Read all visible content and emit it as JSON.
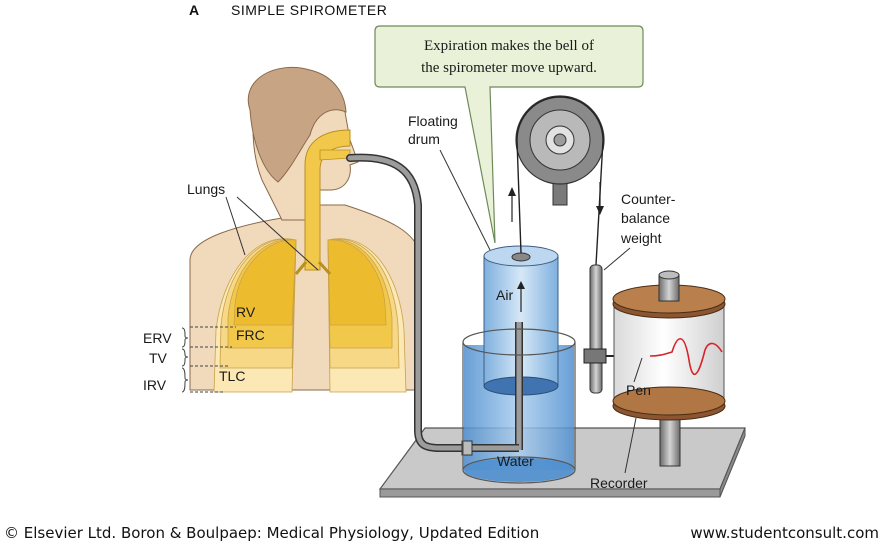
{
  "figure": {
    "letter": "A",
    "title": "SIMPLE SPIROMETER"
  },
  "callout": {
    "line1": "Expiration makes the bell of",
    "line2": "the spirometer move upward."
  },
  "labels": {
    "lungs": "Lungs",
    "floating_drum_1": "Floating",
    "floating_drum_2": "drum",
    "counterbalance_1": "Counter-",
    "counterbalance_2": "balance",
    "counterbalance_3": "weight",
    "air": "Air",
    "water": "Water",
    "pen": "Pen",
    "recorder": "Recorder",
    "rv": "RV",
    "frc": "FRC",
    "tlc": "TLC",
    "erv": "ERV",
    "tv": "TV",
    "irv": "IRV"
  },
  "footer": {
    "left": "© Elsevier Ltd. Boron & Boulpaep: Medical Physiology, Updated Edition",
    "right": "www.studentconsult.com"
  },
  "colors": {
    "skin": "#f1d9bc",
    "hair": "#c7a584",
    "lung": "#f2c84b",
    "water": "#6fa3d9",
    "callout_bg": "#e9f2d9",
    "wood": "#a86a3c",
    "pen_trace": "#d8232a"
  }
}
